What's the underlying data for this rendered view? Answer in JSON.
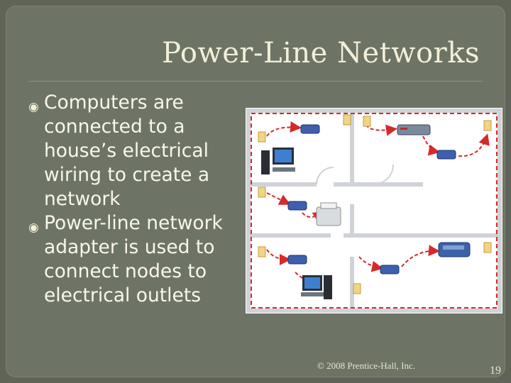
{
  "slide": {
    "title": "Power-Line Networks",
    "bullets": [
      {
        "icon": "circle-bullet-icon",
        "text": "Computers are connected to a house’s electrical wiring to create a network"
      },
      {
        "icon": "circle-bullet-icon",
        "text": "Power-line network adapter is used to connect nodes to electrical outlets"
      }
    ],
    "copyright": "© 2008 Prentice-Hall, Inc.",
    "page_number": "19"
  },
  "diagram": {
    "icons": [
      "power-adapter-icon",
      "router-icon",
      "desktop-computer-icon",
      "printer-icon",
      "scanner-icon",
      "wall-outlet-icon"
    ],
    "colors": {
      "wire": "#d62a2a",
      "wall": "#cfd2d6",
      "outlet": "#f0d48a"
    }
  }
}
